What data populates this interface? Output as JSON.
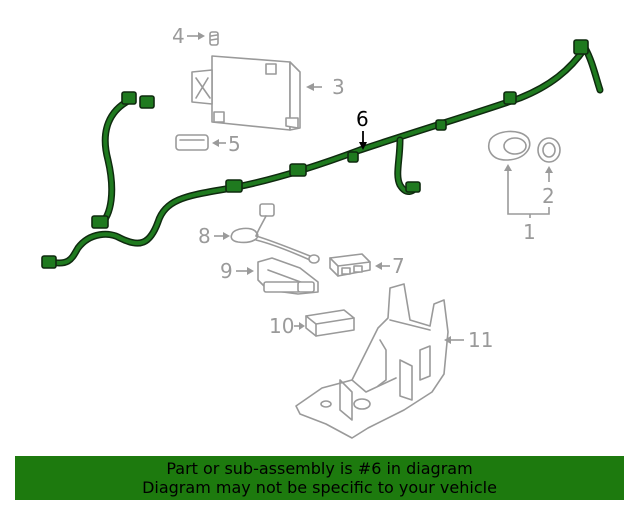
{
  "callouts": {
    "c1": "1",
    "c2": "2",
    "c3": "3",
    "c4": "4",
    "c5": "5",
    "c6": "6",
    "c7": "7",
    "c8": "8",
    "c9": "9",
    "c10": "10",
    "c11": "11"
  },
  "highlight": "6",
  "colors": {
    "banner": "#1d7a0e",
    "harness": "#1f7a1f",
    "part_line": "#9a9a9a",
    "highlight_text": "#000000"
  },
  "banner": {
    "line1": "Part or sub-assembly is #6 in diagram",
    "line2": "Diagram may not be specific to your vehicle"
  }
}
